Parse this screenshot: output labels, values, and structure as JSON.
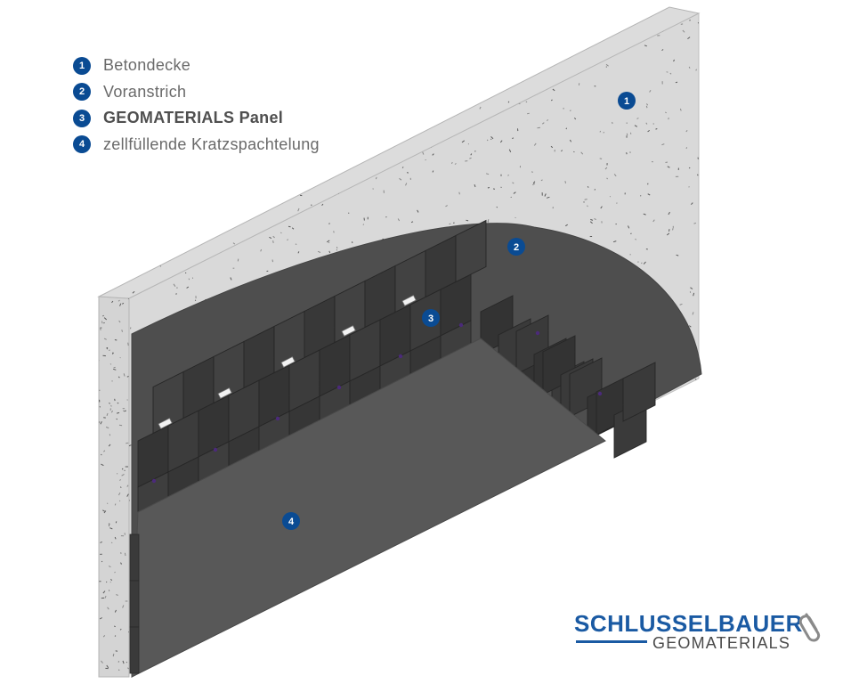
{
  "legend": [
    {
      "number": "1",
      "label": "Betondecke"
    },
    {
      "number": "2",
      "label": "Voranstrich"
    },
    {
      "number": "3",
      "label": "GEOMATERIALS Panel"
    },
    {
      "number": "4",
      "label": "zellfüllende Kratzspachtelung"
    }
  ],
  "markers": {
    "concrete": "1",
    "primer": "2",
    "panel": "3",
    "filler": "4"
  },
  "logo": {
    "name": "SCHLUSSELBAUER",
    "sub": "GEOMATERIALS",
    "icon": "paperclip-icon"
  },
  "colors": {
    "accent": "#0a4b93",
    "concrete": "#d9d9d9",
    "primer": "#4e4e4e",
    "panel": "#3a3a3a",
    "filler": "#565656",
    "logo_blue": "#1a5aa3"
  }
}
